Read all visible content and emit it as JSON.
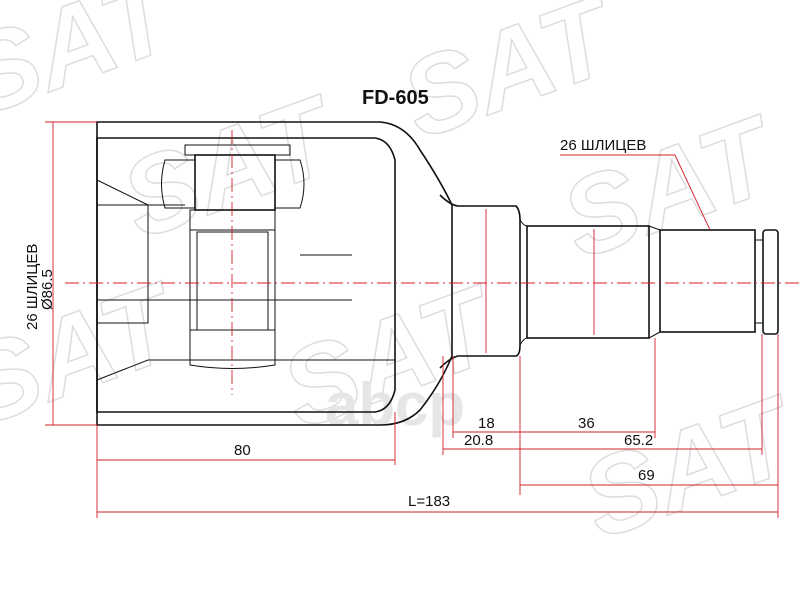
{
  "title": "FD-605",
  "watermark": {
    "brand": "SAT®",
    "site": "abcp"
  },
  "colors": {
    "outline": "#111111",
    "dimension": "#d0202a",
    "watermark": "#dddddd"
  },
  "left_label": {
    "splines": "26 ШЛИЦЕВ",
    "diameter": "Ø86.5"
  },
  "shaft_label": "26 ШЛИЦЕВ",
  "dimensions": {
    "d18": "18",
    "d20_8": "20.8",
    "d36": "36",
    "d65_2": "65.2",
    "d69": "69",
    "d80": "80",
    "total": "L=183"
  }
}
